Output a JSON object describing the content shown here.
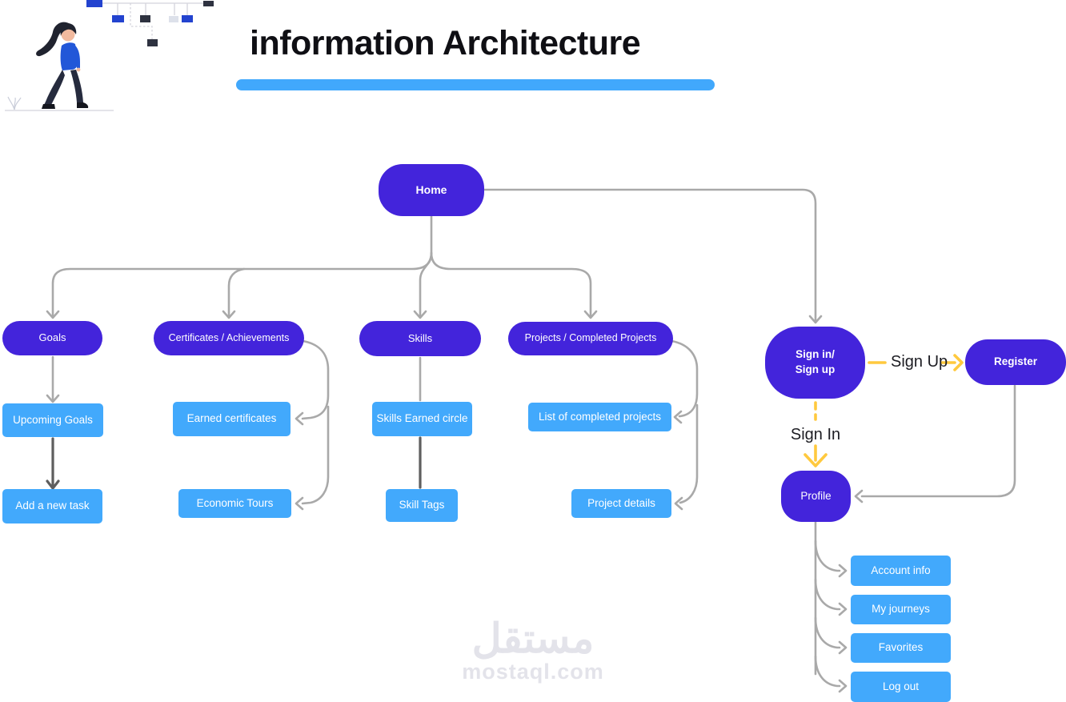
{
  "header": {
    "title": "information Architecture"
  },
  "diagram": {
    "nodes": {
      "home": "Home",
      "goals": "Goals",
      "certificates": "Certificates / Achievements",
      "skills": "Skills",
      "projects": "Projects / Completed Projects",
      "sign_in_up_line1": "Sign in/",
      "sign_in_up_line2": "Sign up",
      "register": "Register",
      "profile": "Profile",
      "upcoming_goals": "Upcoming Goals",
      "add_a_new_task": "Add a new task",
      "earned_certificates": "Earned certificates",
      "economic_tours": "Economic Tours",
      "skills_earned_circle": "Skills Earned circle",
      "skill_tags": "Skill Tags",
      "list_of_completed_projects": "List of completed projects",
      "project_details": "Project details",
      "account_info": "Account info",
      "my_journeys": "My journeys",
      "favorites": "Favorites",
      "log_out": "Log out"
    },
    "edge_labels": {
      "sign_up": "Sign Up",
      "sign_in": "Sign In"
    },
    "colors": {
      "node_primary": "#4324DB",
      "node_secondary": "#42A9FC",
      "connector": "#A9A9A9",
      "connector_dark": "#5E5E5E",
      "accent_yellow": "#FFC93E",
      "title_underline": "#41A8FC",
      "watermark": "#E3E3EA"
    }
  },
  "watermark": {
    "logo_text": "مستقل",
    "site": "mostaql.com"
  }
}
